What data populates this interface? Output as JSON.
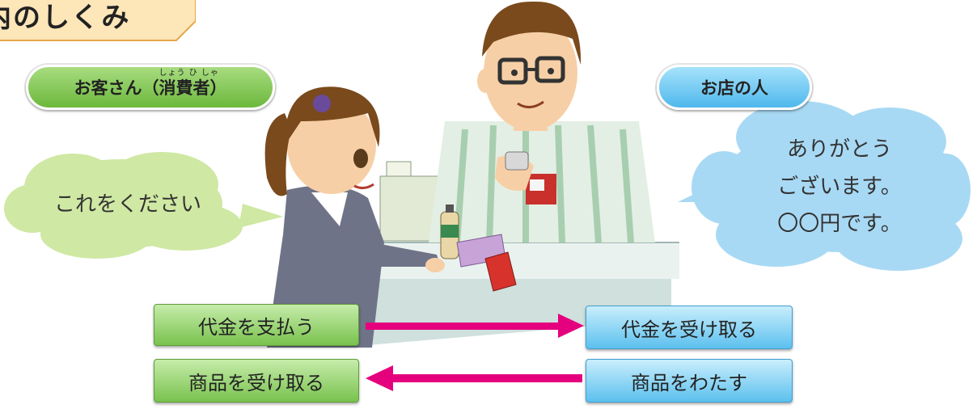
{
  "header": {
    "title": "内のしくみ"
  },
  "roles": {
    "customer": {
      "label_prefix": "お客さん（",
      "label_word": "消費者",
      "label_suffix": "）",
      "ruby": "しょう ひ しゃ"
    },
    "shop": {
      "label": "お店の人"
    }
  },
  "speech": {
    "customer": "これをください",
    "shop_line1": "ありがとう",
    "shop_line2": "ございます。",
    "shop_line3": "〇〇円です。"
  },
  "flows": {
    "pay": "代金を支払う",
    "receive_payment": "代金を受け取る",
    "receive_goods": "商品を受け取る",
    "hand_over_goods": "商品をわたす"
  },
  "colors": {
    "green": "#79c24e",
    "blue": "#5cc0ee",
    "arrow": "#e5007e",
    "title_tab": "#fde6b8"
  }
}
